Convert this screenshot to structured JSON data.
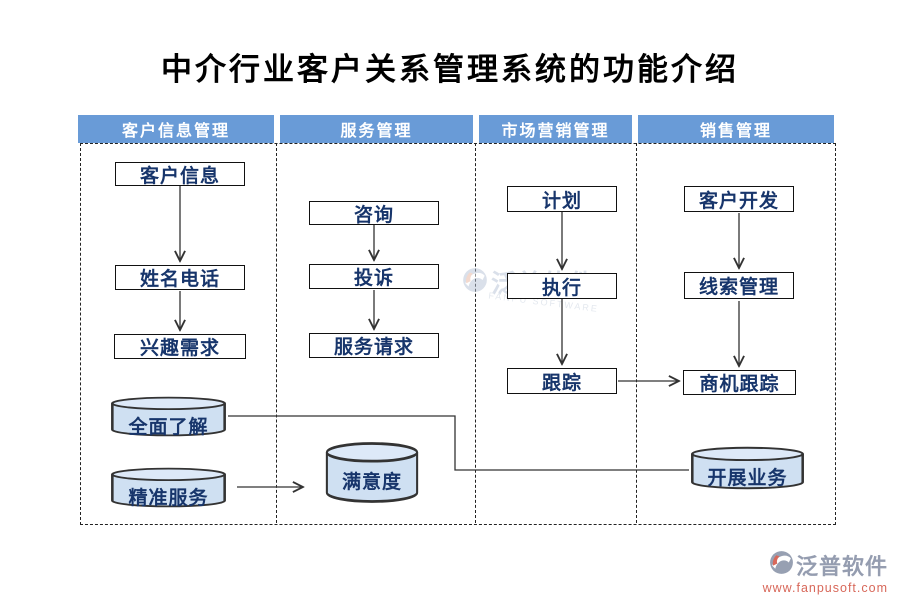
{
  "title": "中介行业客户关系管理系统的功能介绍",
  "columns": [
    {
      "header": "客户信息管理",
      "boxes": [
        "客户信息",
        "姓名电话",
        "兴趣需求"
      ]
    },
    {
      "header": "服务管理",
      "boxes": [
        "咨询",
        "投诉",
        "服务请求"
      ]
    },
    {
      "header": "市场营销管理",
      "boxes": [
        "计划",
        "执行",
        "跟踪"
      ]
    },
    {
      "header": "销售管理",
      "boxes": [
        "客户开发",
        "线索管理",
        "商机跟踪"
      ]
    }
  ],
  "datastores": {
    "full_understanding": "全面了解",
    "precise_service": "精准服务",
    "satisfaction": "满意度",
    "business_development": "开展业务"
  },
  "connections": [
    "客户信息→姓名电话",
    "姓名电话→兴趣需求",
    "咨询→投诉",
    "投诉→服务请求",
    "计划→执行",
    "执行→跟踪",
    "跟踪→商机跟踪",
    "客户开发→线索管理",
    "线索管理→商机跟踪",
    "精准服务→满意度",
    "全面了解→开展业务"
  ],
  "watermark": {
    "brand": "泛普软件",
    "subtitle": "FANPU SOFTWARE"
  },
  "footer": {
    "brand": "泛普软件",
    "url": "www.fanpusoft.com"
  },
  "colors": {
    "header_bg": "#699BD7",
    "header_text": "#FFFFFF",
    "node_text": "#17356B",
    "node_border": "#111111",
    "cylinder_fill": "#CFE0F2",
    "cylinder_top_fill": "#DDE9F8",
    "arrow": "#333333",
    "brand_gray": "#959DB0",
    "brand_orange": "#D8685A"
  }
}
